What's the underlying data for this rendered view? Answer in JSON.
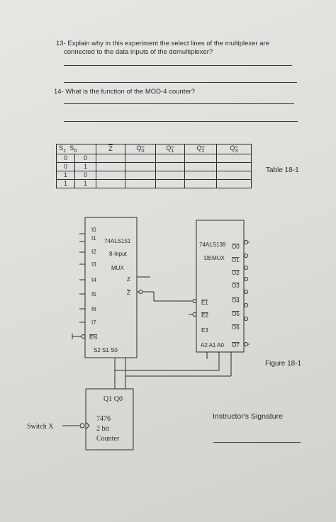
{
  "questions": {
    "q13": {
      "line1": "13- Explain why in this experiment the select lines of the multiplexer are",
      "line2": "connected to the data inputs of the demultiplexer?"
    },
    "q14": "14- What is the function of the MOD-4 counter?"
  },
  "table": {
    "headers": [
      "S",
      "S",
      "Z",
      "Q",
      "Q",
      "Q",
      "Q"
    ],
    "header_subs": [
      "1",
      "0",
      "",
      "0",
      "1",
      "2",
      "3"
    ],
    "rows": [
      [
        "0",
        "0"
      ],
      [
        "0",
        "1"
      ],
      [
        "1",
        "0"
      ],
      [
        "1",
        "1"
      ]
    ],
    "caption": "Table 18-1"
  },
  "mux": {
    "part": "74ALS151",
    "desc1": "8-Input",
    "desc2": "MUX",
    "inputs": [
      "I0",
      "I1",
      "I2",
      "I3",
      "I4",
      "I5",
      "I6",
      "I7"
    ],
    "enable": "EN",
    "out_z": "Z",
    "out_zbar": "Z",
    "select": "S2 S1 S0"
  },
  "demux": {
    "part": "74ALS138",
    "name": "DEMUX",
    "outputs": [
      "O0",
      "O1",
      "O2",
      "O3",
      "O4",
      "O5",
      "O6",
      "O7"
    ],
    "enables": [
      "E1",
      "E2",
      "E3"
    ],
    "address": "A2 A1 A0"
  },
  "figure_caption": "Figure 18-1",
  "counter": {
    "outputs": "Q1  Q0",
    "part": "7476",
    "desc1": "2 bit",
    "desc2": "Counter",
    "switch": "Switch X"
  },
  "signature": "Instructor's Signature"
}
